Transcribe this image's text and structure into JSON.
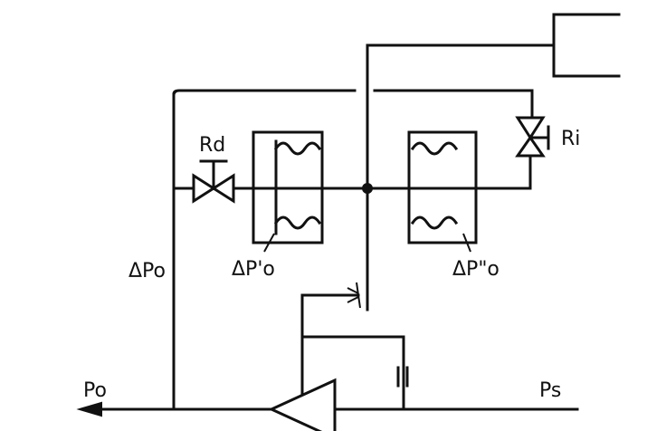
{
  "labels": {
    "rd": "Rd",
    "ri": "Ri",
    "dp0": "ΔPo",
    "dp0_prime": "ΔP'o",
    "dp0_double_prime": "ΔP\"o",
    "p0": "Po",
    "ps": "Ps"
  },
  "colors": {
    "line": "#111111",
    "background": "#ffffff"
  }
}
